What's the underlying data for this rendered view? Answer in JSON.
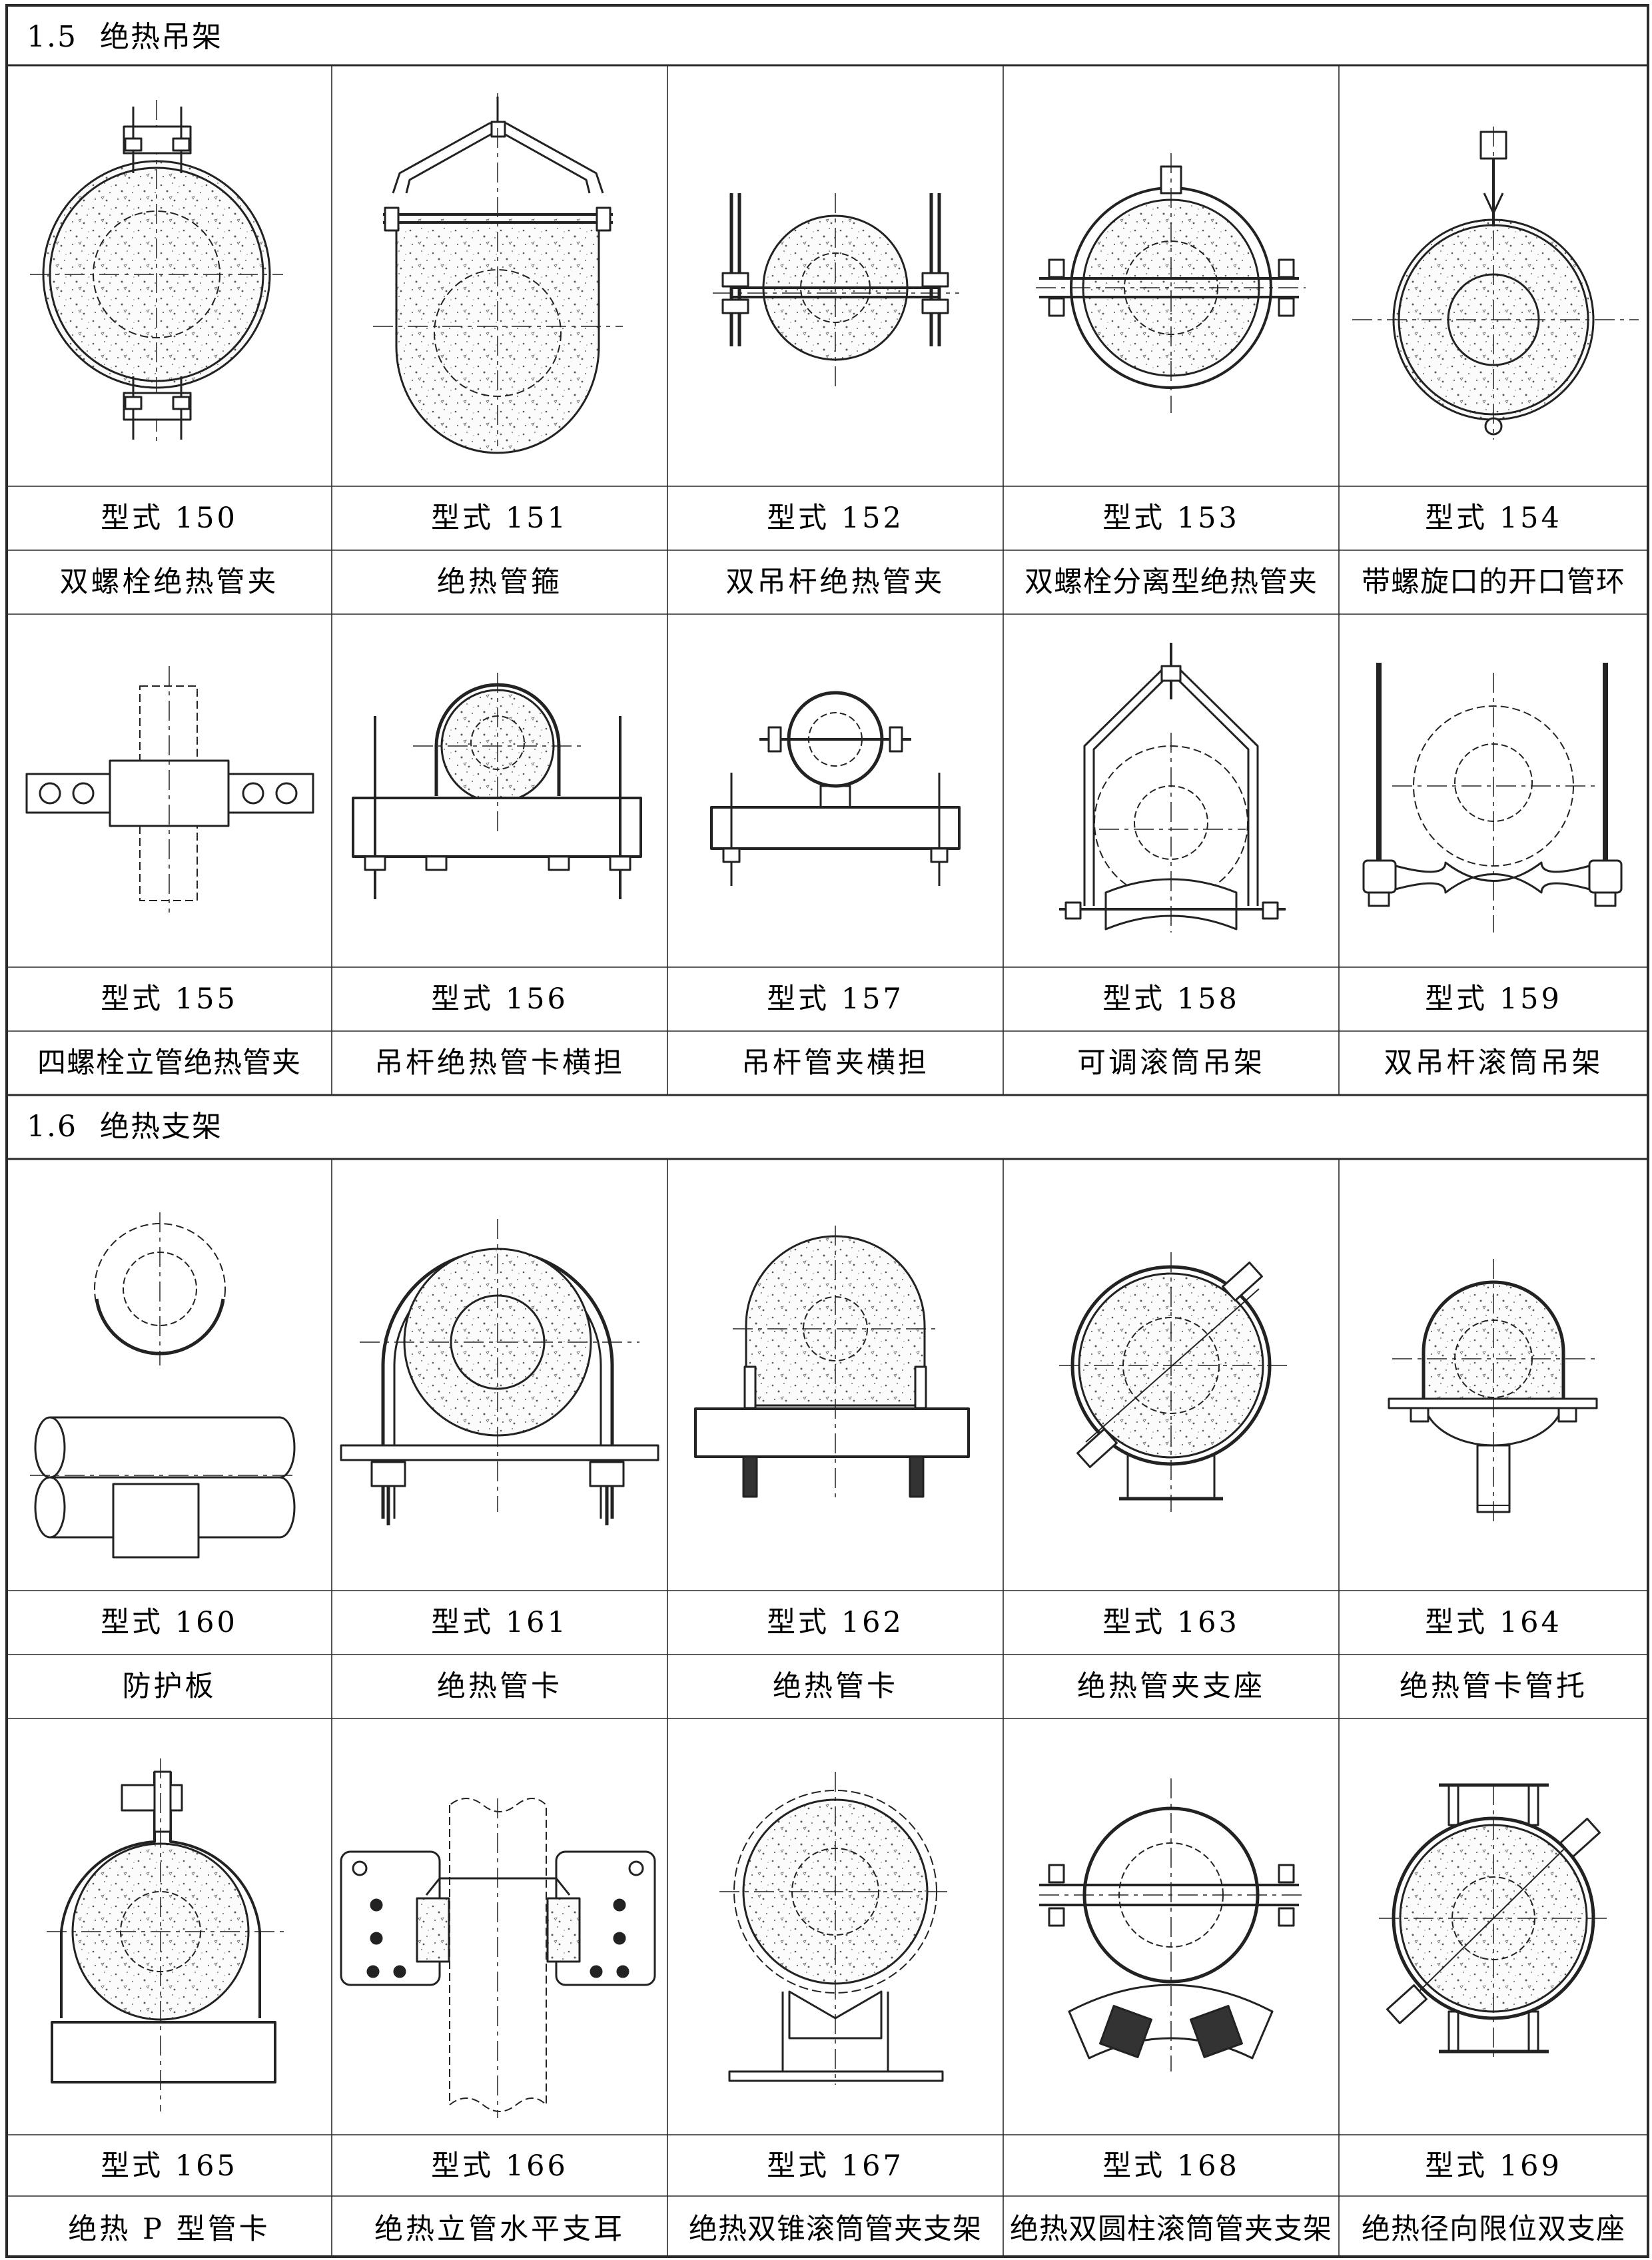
{
  "sections": [
    {
      "number": "1.5",
      "title": "绝热吊架",
      "rows": [
        [
          {
            "type": "型式 150",
            "name": "双螺栓绝热管夹",
            "icon": "double-bolt-insulated-clamp-icon"
          },
          {
            "type": "型式 151",
            "name": "绝热管箍",
            "icon": "insulated-pipe-hoop-icon"
          },
          {
            "type": "型式 152",
            "name": "双吊杆绝热管夹",
            "icon": "double-rod-insulated-clamp-icon"
          },
          {
            "type": "型式 153",
            "name": "双螺栓分离型绝热管夹",
            "icon": "split-double-bolt-clamp-icon"
          },
          {
            "type": "型式 154",
            "name": "带螺旋口的开口管环",
            "icon": "swivel-open-pipe-ring-icon"
          }
        ],
        [
          {
            "type": "型式 155",
            "name": "四螺栓立管绝热管夹",
            "icon": "four-bolt-riser-clamp-icon"
          },
          {
            "type": "型式 156",
            "name": "吊杆绝热管卡横担",
            "icon": "rod-u-bolt-crossbeam-icon"
          },
          {
            "type": "型式 157",
            "name": "吊杆管夹横担",
            "icon": "rod-clamp-crossbeam-icon"
          },
          {
            "type": "型式 158",
            "name": "可调滚筒吊架",
            "icon": "adjustable-roller-hanger-icon"
          },
          {
            "type": "型式 159",
            "name": "双吊杆滚筒吊架",
            "icon": "double-rod-roller-hanger-icon"
          }
        ]
      ]
    },
    {
      "number": "1.6",
      "title": "绝热支架",
      "rows": [
        [
          {
            "type": "型式 160",
            "name": "防护板",
            "icon": "protection-saddle-icon"
          },
          {
            "type": "型式 161",
            "name": "绝热管卡",
            "icon": "insulated-u-bolt-plate-icon"
          },
          {
            "type": "型式 162",
            "name": "绝热管卡",
            "icon": "insulated-pipe-on-block-icon"
          },
          {
            "type": "型式 163",
            "name": "绝热管夹支座",
            "icon": "insulated-clamp-support-icon"
          },
          {
            "type": "型式 164",
            "name": "绝热管卡管托",
            "icon": "insulated-clamp-shoe-icon"
          }
        ],
        [
          {
            "type": "型式 165",
            "name": "绝热 P 型管卡",
            "icon": "p-type-clamp-icon"
          },
          {
            "type": "型式 166",
            "name": "绝热立管水平支耳",
            "icon": "riser-lug-support-icon"
          },
          {
            "type": "型式 167",
            "name": "绝热双锥滚筒管夹支架",
            "icon": "double-cone-roller-support-icon"
          },
          {
            "type": "型式 168",
            "name": "绝热双圆柱滚筒管夹支架",
            "icon": "double-cylinder-roller-support-icon"
          },
          {
            "type": "型式 169",
            "name": "绝热径向限位双支座",
            "icon": "radial-guide-double-support-icon"
          }
        ]
      ]
    }
  ]
}
